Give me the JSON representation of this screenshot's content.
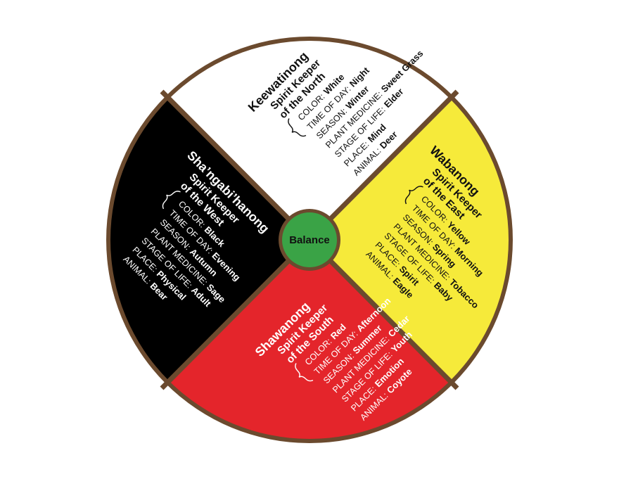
{
  "colors": {
    "north": "#ffffff",
    "east": "#f6ea3a",
    "south": "#e4252b",
    "west": "#000000",
    "border": "#6b4a2e",
    "center": "#3aa346",
    "light_text": "#ffffff",
    "dark_text": "#111111"
  },
  "center": {
    "label": "Balance"
  },
  "quadrants": [
    {
      "id": "north",
      "title": "Keewatinong",
      "subtitle1": "Spirit Keeper",
      "subtitle2": "of the North",
      "attributes": [
        {
          "label": "COLOR:",
          "value": "White"
        },
        {
          "label": "TIME OF DAY:",
          "value": "Night"
        },
        {
          "label": "SEASON:",
          "value": "Winter"
        },
        {
          "label": "PLANT MEDICINE:",
          "value": "Sweet Grass"
        },
        {
          "label": "STAGE OF LIFE:",
          "value": "Elder"
        },
        {
          "label": "PLACE:",
          "value": "Mind"
        },
        {
          "label": "ANIMAL:",
          "value": "Deer"
        }
      ]
    },
    {
      "id": "east",
      "title": "Wabanong",
      "subtitle1": "Spirit Keeper",
      "subtitle2": "of the East",
      "attributes": [
        {
          "label": "COLOR:",
          "value": "Yellow"
        },
        {
          "label": "TIME OF DAY:",
          "value": "Morning"
        },
        {
          "label": "SEASON:",
          "value": "Spring"
        },
        {
          "label": "PLANT MEDICINE:",
          "value": "Tobacco"
        },
        {
          "label": "STAGE OF LIFE:",
          "value": "Baby"
        },
        {
          "label": "PLACE:",
          "value": "Spirit"
        },
        {
          "label": "ANIMAL:",
          "value": "Eagle"
        }
      ]
    },
    {
      "id": "south",
      "title": "Shawanong",
      "subtitle1": "Spirit Keeper",
      "subtitle2": "of the South",
      "attributes": [
        {
          "label": "COLOR:",
          "value": "Red"
        },
        {
          "label": "TIME OF DAY:",
          "value": "Afternoon"
        },
        {
          "label": "SEASON:",
          "value": "Summer"
        },
        {
          "label": "PLANT MEDICINE:",
          "value": "Cedar"
        },
        {
          "label": "STAGE OF LIFE:",
          "value": "Youth"
        },
        {
          "label": "PLACE:",
          "value": "Emotion"
        },
        {
          "label": "ANIMAL:",
          "value": "Coyote"
        }
      ]
    },
    {
      "id": "west",
      "title": "Sha’ngabi’hanong",
      "subtitle1": "Spirit Keeper",
      "subtitle2": "of the West",
      "attributes": [
        {
          "label": "COLOR:",
          "value": "Black"
        },
        {
          "label": "TIME OF DAY:",
          "value": "Evening"
        },
        {
          "label": "SEASON:",
          "value": "Autumn"
        },
        {
          "label": "PLANT MEDICINE:",
          "value": "Sage"
        },
        {
          "label": "STAGE OF LIFE:",
          "value": "Adult"
        },
        {
          "label": "PLACE:",
          "value": "Physical"
        },
        {
          "label": "ANIMAL:",
          "value": "Bear"
        }
      ]
    }
  ]
}
